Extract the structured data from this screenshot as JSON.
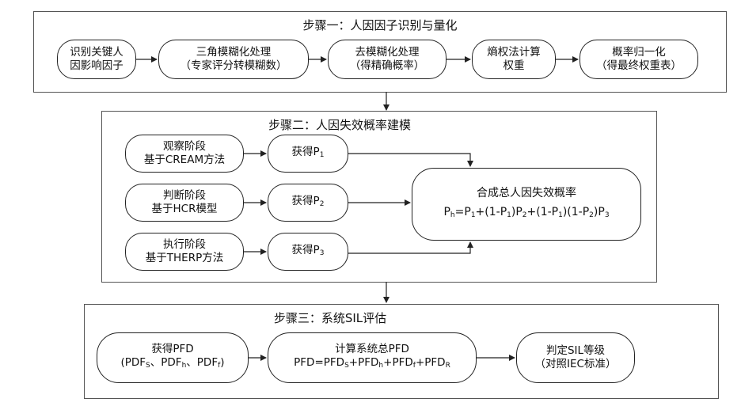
{
  "step1": {
    "title": "步骤一：人因因子识别与量化",
    "boxes": [
      {
        "line1": "识别关键人",
        "line2": "因影响因子"
      },
      {
        "line1": "三角模糊化处理",
        "line2": "（专家评分转模糊数）"
      },
      {
        "line1": "去模糊化处理",
        "line2": "（得精确概率）"
      },
      {
        "line1": "熵权法计算",
        "line2": "权重"
      },
      {
        "line1": "概率归一化",
        "line2": "（得最终权重表）"
      }
    ]
  },
  "step2": {
    "title": "步骤二：人因失效概率建模",
    "stages": [
      {
        "line1": "观察阶段",
        "line2": "基于CREAM方法",
        "result_prefix": "获得P",
        "result_sub": "1"
      },
      {
        "line1": "判断阶段",
        "line2": "基于HCR模型",
        "result_prefix": "获得P",
        "result_sub": "2"
      },
      {
        "line1": "执行阶段",
        "line2": "基于THERP方法",
        "result_prefix": "获得P",
        "result_sub": "3"
      }
    ],
    "combine": {
      "line1": "合成总人因失效概率",
      "f_p": "P",
      "f_p_sub": "h",
      "f_eq1": "=P",
      "f_1": "1",
      "f_plus1": "+(1-P",
      "f_2": "1",
      "f_close1": ")P",
      "f_3": "2",
      "f_plus2": "+(1-P",
      "f_4": "1",
      "f_mid": ")(1-P",
      "f_5": "2",
      "f_close2": ")P",
      "f_6": "3"
    }
  },
  "step3": {
    "title": "步骤三：系统SIL评估",
    "pfd_box": {
      "line1": "获得PFD",
      "l2_a": "(PDF",
      "l2_s1": "S",
      "l2_b": "、PDF",
      "l2_s2": "h",
      "l2_c": "、PDF",
      "l2_s3": "f",
      "l2_d": ")"
    },
    "calc_box": {
      "line1": "计算系统总PFD",
      "f_a": "PFD=PFD",
      "f_s1": "S",
      "f_b": "+PFD",
      "f_s2": "h",
      "f_c": "+PFD",
      "f_s3": "f",
      "f_d": "+PFD",
      "f_s4": "R"
    },
    "sil_box": {
      "line1": "判定SIL等级",
      "line2": "（对照IEC标准）"
    }
  }
}
